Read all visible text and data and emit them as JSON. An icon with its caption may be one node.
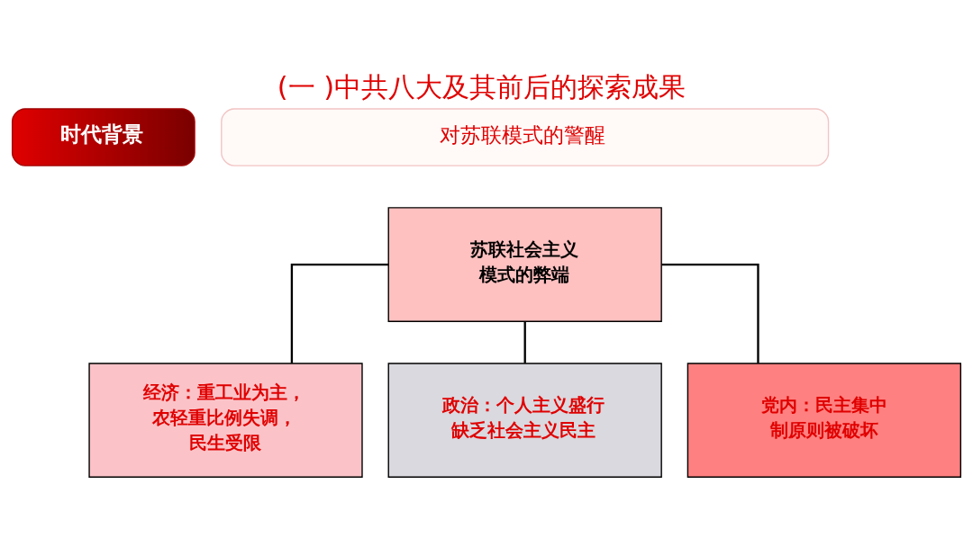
{
  "diagram": {
    "title": "(一 )中共八大及其前后的探索成果",
    "nodes": [
      {
        "text": [
          "时代背景"
        ]
      },
      {
        "text": [
          "对苏联模式的警醒"
        ]
      },
      {
        "text": [
          "苏联社会主义模式的弊端"
        ]
      },
      {
        "text": [
          "经济：重工业为主，农轻重比例失调，民生受限"
        ]
      },
      {
        "text": [
          "政治：个人主义盛行缺乏社会主义民主"
        ]
      },
      {
        "text": [
          "党内：民主集中制原则被破坏"
        ]
      }
    ],
    "edges": [
      {
        "from": 2,
        "to": 3,
        "arrow": "none"
      },
      {
        "from": 2,
        "to": 4,
        "arrow": "none"
      },
      {
        "from": 2,
        "to": 5,
        "arrow": "none"
      }
    ]
  }
}
